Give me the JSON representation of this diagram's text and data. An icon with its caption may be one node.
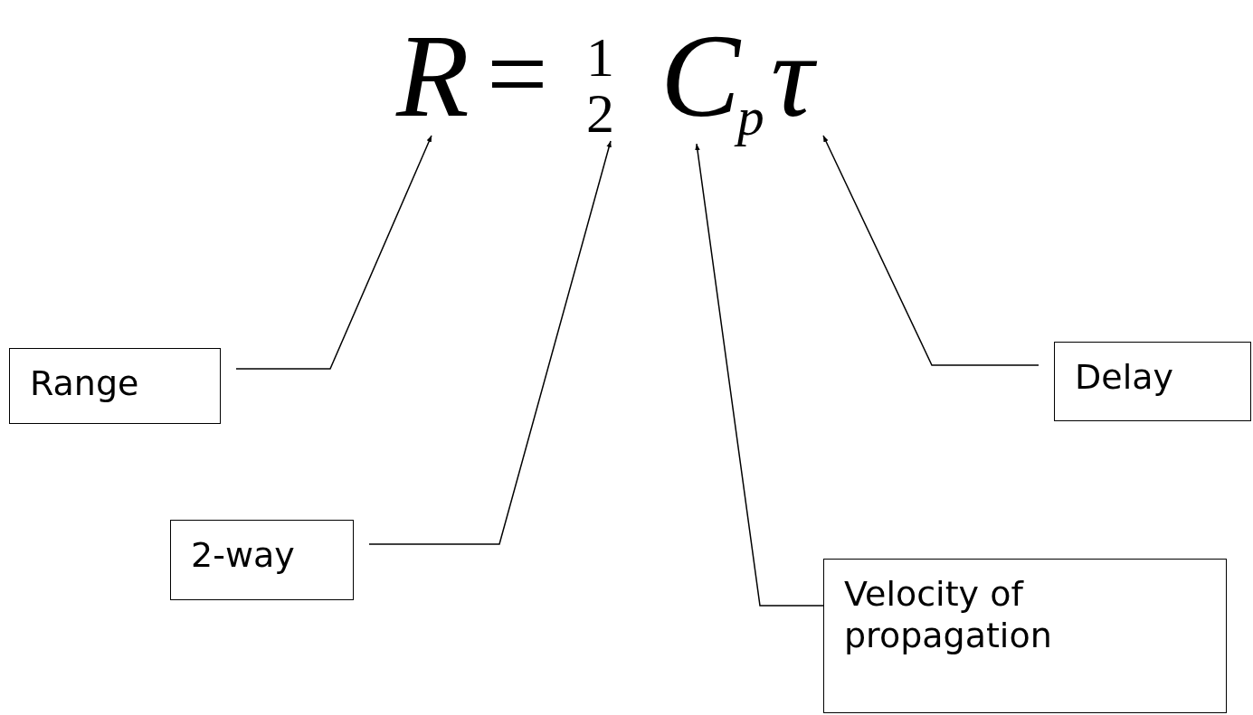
{
  "diagram": {
    "nodes": [
      {
        "text": [
          "R"
        ]
      },
      {
        "text": [
          "1",
          "2"
        ]
      },
      {
        "text": [
          "C$_{p}$"
        ]
      },
      {
        "text": [
          "τ"
        ]
      },
      {
        "text": [
          "Range"
        ]
      },
      {
        "text": [
          "Delay"
        ]
      },
      {
        "text": [
          "2-way"
        ]
      },
      {
        "text": [
          "Velocity of propagation"
        ]
      }
    ],
    "edges": [
      {
        "from": 4,
        "to": 0,
        "arrow": "to"
      },
      {
        "from": 6,
        "to": 1,
        "arrow": "to"
      },
      {
        "from": 7,
        "to": 2,
        "arrow": "to"
      },
      {
        "from": 5,
        "to": 3,
        "arrow": "to"
      }
    ],
    "labels": [
      "="
    ]
  }
}
